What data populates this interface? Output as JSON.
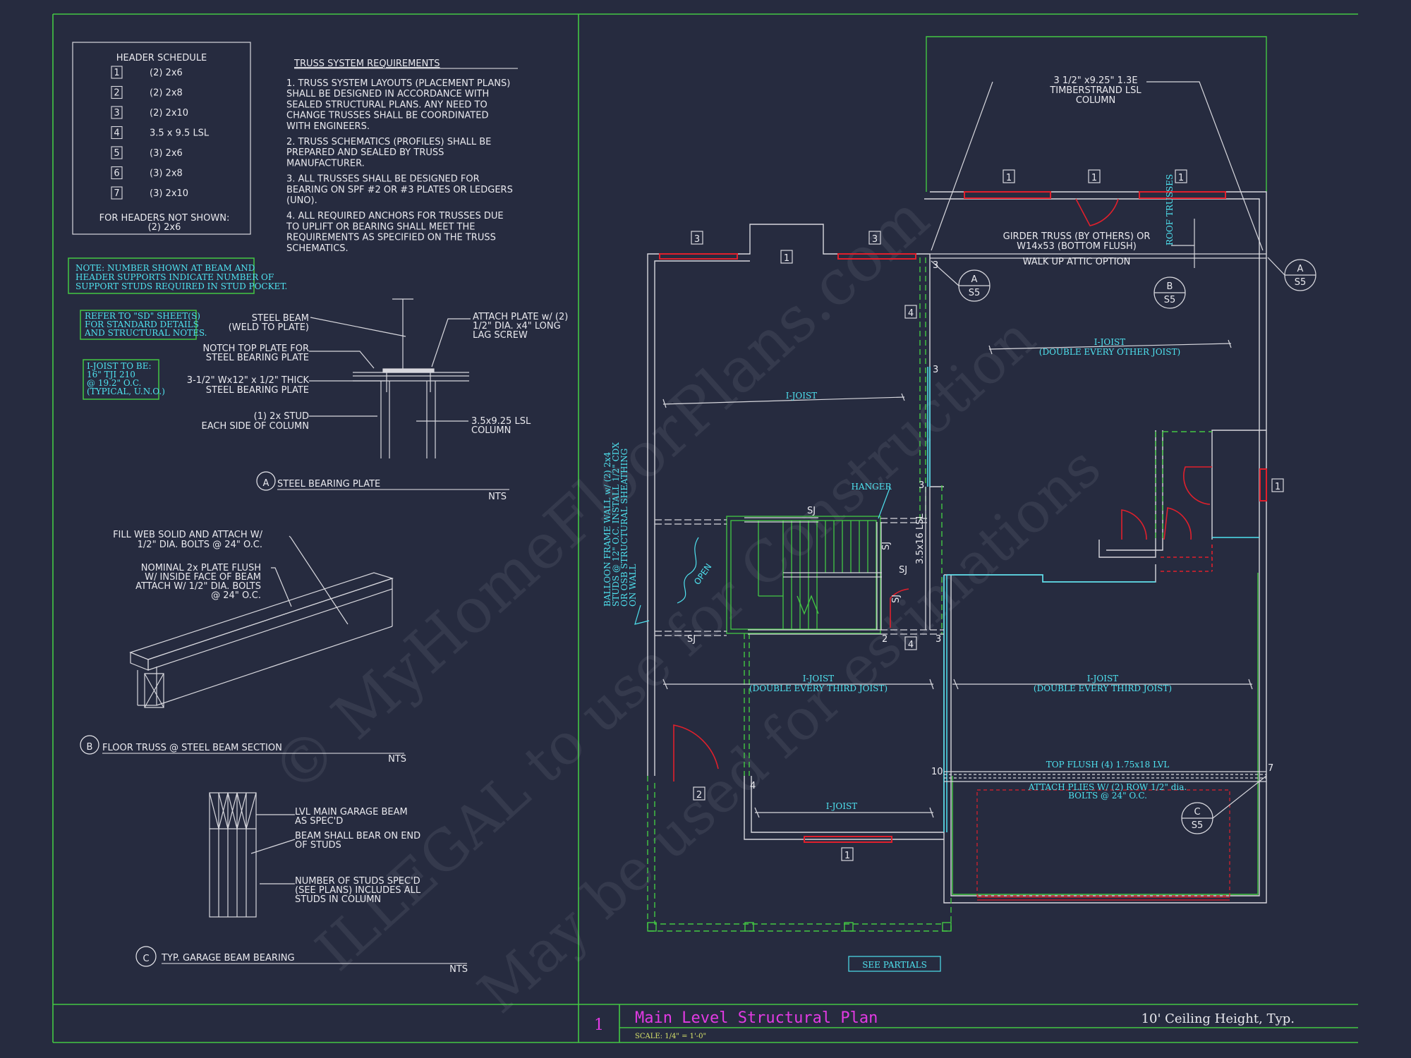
{
  "header_schedule": {
    "title": "HEADER SCHEDULE",
    "rows": [
      {
        "tag": "1",
        "spec": "(2) 2x6"
      },
      {
        "tag": "2",
        "spec": "(2) 2x8"
      },
      {
        "tag": "3",
        "spec": "(2) 2x10"
      },
      {
        "tag": "4",
        "spec": "3.5 x 9.5 LSL"
      },
      {
        "tag": "5",
        "spec": "(3) 2x6"
      },
      {
        "tag": "6",
        "spec": "(3) 2x8"
      },
      {
        "tag": "7",
        "spec": "(3) 2x10"
      }
    ],
    "footer_1": "FOR HEADERS NOT SHOWN:",
    "footer_2": "(2) 2x6"
  },
  "truss": {
    "title": "TRUSS SYSTEM REQUIREMENTS",
    "items": [
      [
        "1. TRUSS SYSTEM LAYOUTS (PLACEMENT PLANS)",
        "SHALL BE DESIGNED IN ACCORDANCE WITH",
        "SEALED STRUCTURAL PLANS. ANY NEED TO",
        "CHANGE TRUSSES SHALL BE COORDINATED",
        "WITH  ENGINEERS."
      ],
      [
        "2. TRUSS SCHEMATICS (PROFILES) SHALL BE",
        "PREPARED AND SEALED BY TRUSS",
        "MANUFACTURER."
      ],
      [
        "3. ALL TRUSSES SHALL BE DESIGNED FOR",
        "BEARING ON SPF #2 OR #3 PLATES OR LEDGERS",
        "(UNO)."
      ],
      [
        "4. ALL REQUIRED ANCHORS FOR TRUSSES DUE",
        "TO UPLIFT OR BEARING SHALL MEET THE",
        "REQUIREMENTS AS SPECIFIED ON THE TRUSS",
        "SCHEMATICS."
      ]
    ]
  },
  "notes": {
    "note_1": [
      "NOTE: NUMBER SHOWN AT BEAM AND",
      "HEADER SUPPORTS INDICATE NUMBER OF",
      "SUPPORT STUDS REQUIRED IN STUD POCKET."
    ],
    "note_2": [
      "REFER TO \"SD\" SHEET(S)",
      "FOR STANDARD DETAILS",
      "AND STRUCTURAL NOTES."
    ],
    "note_3": [
      "I-JOIST TO BE:",
      "16\" TJI 210",
      "@ 19.2\" O.C.",
      "(TYPICAL, U.N.O.)"
    ]
  },
  "detail_a": {
    "letter": "A",
    "title": "STEEL BEARING PLATE",
    "scale": "NTS",
    "labels": {
      "steel_beam": [
        "STEEL BEAM",
        "(WELD TO PLATE)"
      ],
      "notch": [
        "NOTCH TOP PLATE FOR",
        "STEEL BEARING PLATE"
      ],
      "plate": [
        "3-1/2\" Wx12\" x 1/2\" THICK",
        "STEEL BEARING PLATE"
      ],
      "stud": [
        "(1) 2x  STUD",
        "EACH SIDE OF COLUMN"
      ],
      "attach": [
        "ATTACH PLATE w/ (2)",
        "1/2\" DIA. x4\" LONG",
        "LAG SCREW"
      ],
      "column": [
        "3.5x9.25 LSL",
        "COLUMN"
      ]
    }
  },
  "detail_b": {
    "letter": "B",
    "title": "FLOOR TRUSS @ STEEL BEAM SECTION",
    "scale": "NTS",
    "labels": {
      "fill_web": [
        "FILL WEB SOLID AND ATTACH W/",
        "1/2\" DIA. BOLTS @ 24\" O.C."
      ],
      "nominal": [
        "NOMINAL 2x  PLATE FLUSH",
        "W/ INSIDE FACE OF BEAM",
        "ATTACH W/ 1/2\" DIA. BOLTS",
        "@ 24\" O.C."
      ]
    }
  },
  "detail_c": {
    "letter": "C",
    "title": "TYP. GARAGE BEAM BEARING",
    "scale": "NTS",
    "labels": {
      "lvl": [
        "LVL MAIN GARAGE BEAM",
        "AS SPEC'D"
      ],
      "bear": [
        "BEAM SHALL BEAR ON END",
        "OF STUDS"
      ],
      "studs": [
        "NUMBER OF STUDS SPEC'D",
        "(SEE PLANS) INCLUDES ALL",
        "STUDS IN COLUMN"
      ]
    }
  },
  "plan": {
    "column_note": [
      "3 1/2\" x9.25\" 1.3E",
      "TIMBERSTRAND LSL",
      "COLUMN"
    ],
    "girder_note": [
      "GIRDER TRUSS (BY OTHERS) OR",
      "W14x53 (BOTTOM FLUSH)"
    ],
    "attic_note": "WALK UP ATTIC OPTION",
    "roof_trusses": "ROOF TRUSSES",
    "ijoist": "I-JOIST",
    "double_other": "(DOUBLE EVERY OTHER JOIST)",
    "double_third": "(DOUBLE EVERY THIRD JOIST)",
    "hanger": "HANGER",
    "sj": "SJ",
    "open": "OPEN",
    "lsl_label": "3.5x16 LSL",
    "balloon": [
      "BALLOON FRAME WALL w/ (2) 2x4",
      "STUDS @ 12\" O.C. INSTALL 1/2\" CDX",
      "OR OSB STRUCTURAL SHEATHING",
      "ON WALL"
    ],
    "top_flush": "TOP FLUSH (4) 1.75x18 LVL",
    "attach_plies": [
      "ATTACH PLIES W/ (2) ROW 1/2\" dia.",
      "BOLTS @ 24\" O.C."
    ],
    "see_partials": "SEE PARTIALS",
    "section_sheet": "S5",
    "cut_a": "A",
    "cut_b": "B",
    "cut_c": "C",
    "tags": {
      "t1": "1",
      "t2": "2",
      "t3": "3",
      "t4": "4"
    },
    "stud_counts": {
      "s3": "3",
      "s2": "2",
      "s4": "4",
      "s10": "10",
      "s7": "7"
    }
  },
  "watermark": [
    "© MyHomeFloorPlans.com",
    "ILLEGAL to use for Construction",
    "May be used for estimations"
  ],
  "title_block": {
    "sheet_number": "1",
    "title": "Main Level Structural Plan",
    "scale": "SCALE: 1/4\" = 1'-0\"",
    "ceiling": "10' Ceiling Height, Typ."
  },
  "colors": {
    "background": "#262b3f",
    "green": "#43c843",
    "cyan": "#4fe2ef",
    "red": "#e0202c",
    "white": "#e9e9ee",
    "magenta": "#e23ae3"
  }
}
